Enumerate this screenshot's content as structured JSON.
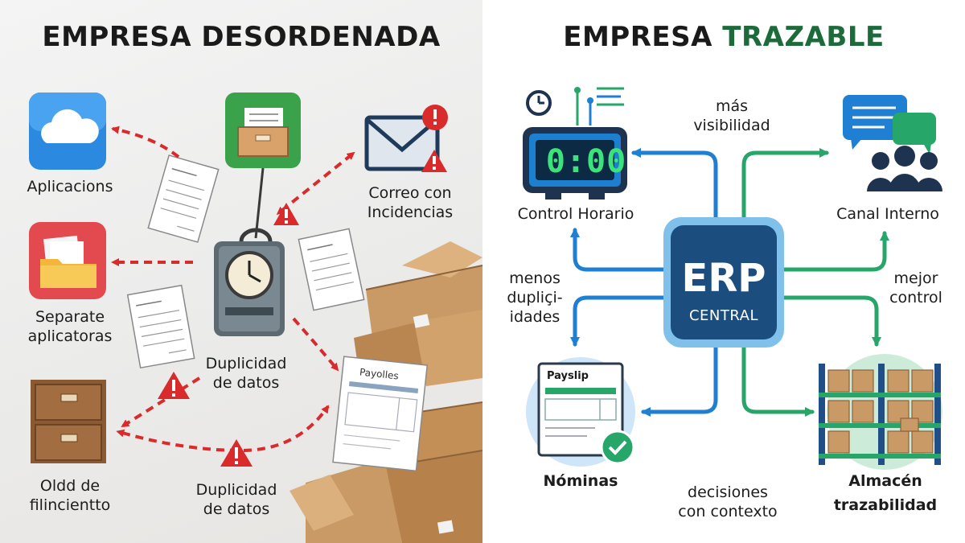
{
  "left": {
    "title": "EMPRESA DESORDENADA",
    "labels": {
      "aplicacions": "Aplicacions",
      "separate_line1": "Separate",
      "separate_line2": "aplicatoras",
      "oldd_line1": "Oldd de",
      "oldd_line2": "filincientto",
      "correo_line1": "Correo con",
      "correo_line2": "Incidencias",
      "duplicidad1_line1": "Duplicidad",
      "duplicidad1_line2": "de datos",
      "duplicidad2_line1": "Duplicidad",
      "duplicidad2_line2": "de datos",
      "payolles": "Payolles"
    }
  },
  "right": {
    "title_part1": "EMPRESA ",
    "title_part2": "TRAZABLE",
    "clock_display": "0:00",
    "payslip_header": "Payslip",
    "erp": {
      "main": "ERP",
      "sub": "CENTRAL"
    },
    "nodes": {
      "control_horario": "Control Horario",
      "canal_interno": "Canal Interno",
      "nominas": "Nóminas",
      "almacen_line1": "Almacén",
      "almacen_line2": "trazabilidad"
    },
    "benefits": {
      "mas_line1": "más",
      "mas_line2": "visibilidad",
      "menos_line1": "menos",
      "menos_line2": "dupliçi-",
      "menos_line3": "idades",
      "mejor_line1": "mejor",
      "mejor_line2": "control",
      "decisiones_line1": "decisiones",
      "decisiones_line2": "con contexto"
    }
  },
  "colors": {
    "chaos_red": "#d92b2b",
    "erp_navy": "#1b4e7e",
    "flow_blue": "#1f7fd3",
    "flow_green": "#27a66a",
    "cardboard": "#c99a66"
  }
}
